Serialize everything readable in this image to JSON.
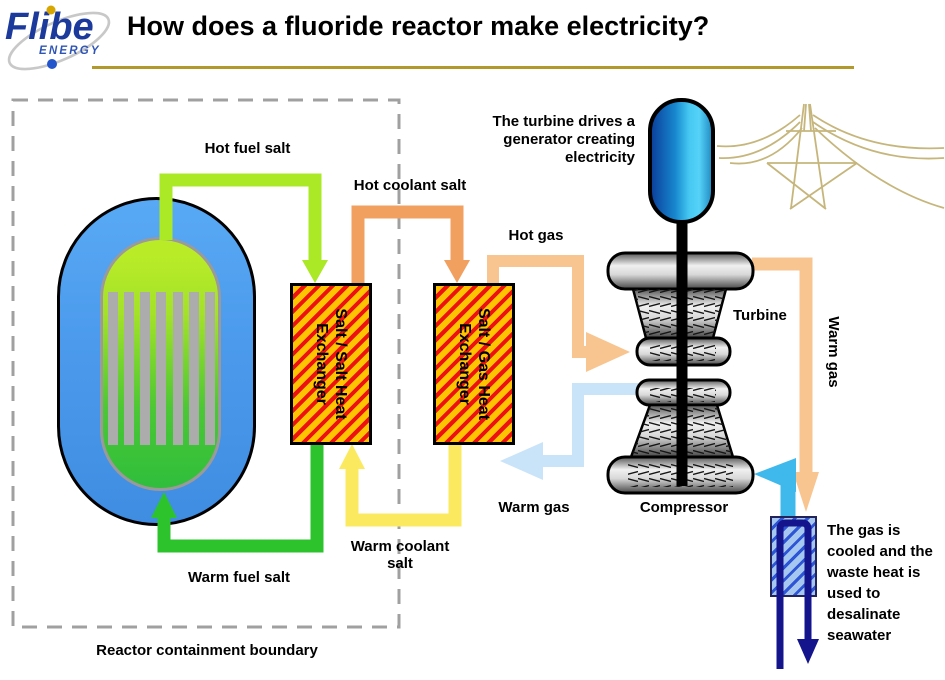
{
  "logo": {
    "brand": "Flibe",
    "sub": "ENERGY"
  },
  "header": {
    "title": "How does a fluoride reactor make electricity?"
  },
  "diagram": {
    "labels": {
      "hot_fuel_salt": "Hot fuel salt",
      "hot_coolant_salt": "Hot coolant salt",
      "hot_gas": "Hot gas",
      "warm_gas_right": "Warm gas",
      "warm_gas_left": "Warm gas",
      "warm_coolant_salt": "Warm coolant\nsalt",
      "warm_fuel_salt": "Warm fuel salt",
      "containment": "Reactor containment boundary"
    },
    "equipment": {
      "salt_salt_hx": "Salt / Salt Heat\nExchanger",
      "salt_gas_hx": "Salt / Gas Heat\nExchanger",
      "turbine": "Turbine",
      "compressor": "Compressor"
    },
    "notes": {
      "turbine_note": "The turbine drives a\ngenerator creating\nelectricity",
      "cooler_note": "The gas is\ncooled and the\nwaste heat is\nused to\ndesalinate\nseawater"
    },
    "colors": {
      "hot_fuel_salt_pipe": "#ABE826",
      "warm_fuel_salt_pipe": "#2CC32C",
      "hot_coolant_pipe": "#F2A05F",
      "warm_coolant_pipe": "#FBEA60",
      "hot_gas_pipe": "#F8C590",
      "warm_gas_cool_pipe": "#C9E4F8",
      "cooling_water_pipe": "#3FB9EC",
      "seawater_pipe": "#14148C",
      "hx_fill": "#FFC401",
      "hx_stripe": "#EE1111",
      "reactor_vessel": "#4B9AEC",
      "fuel_salt_core_top": "#B9EC27",
      "fuel_salt_core_bottom": "#2FBE3C",
      "generator_blue": "#45C8F2",
      "brand_navy": "#1C3A9C",
      "gold_rule": "#B19A2B",
      "tower_tan": "#C6B67C"
    }
  }
}
